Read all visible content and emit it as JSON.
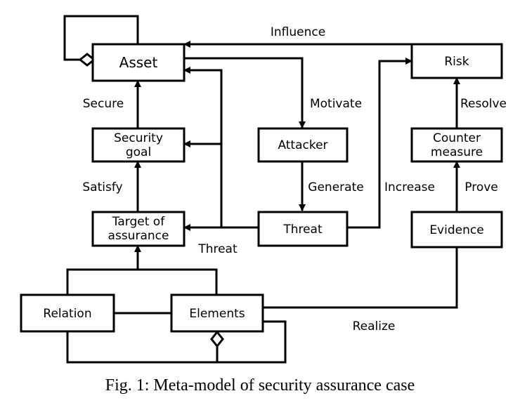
{
  "nodes": {
    "asset": "Asset",
    "risk": "Risk",
    "security_goal": [
      "Security",
      "goal"
    ],
    "attacker": "Attacker",
    "counter_measure": [
      "Counter",
      "measure"
    ],
    "target_of_assurance": [
      "Target of",
      "assurance"
    ],
    "threat": "Threat",
    "evidence": "Evidence",
    "relation": "Relation",
    "elements": "Elements"
  },
  "edges": {
    "influence": "Influence",
    "secure": "Secure",
    "motivate": "Motivate",
    "resolve": "Resolve",
    "satisfy": "Satisfy",
    "generate": "Generate",
    "increase": "Increase",
    "prove": "Prove",
    "threat": "Threat",
    "realize": "Realize"
  },
  "caption": "Fig. 1: Meta-model of security assurance case"
}
